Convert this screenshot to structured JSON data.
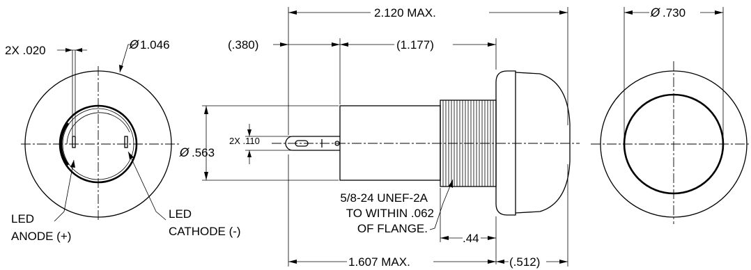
{
  "dimensions": {
    "overall_length": "2.120 MAX.",
    "pin_extension": "(.380)",
    "body_length": "(1.177)",
    "lens_diameter": ".730",
    "flange_diameter": "1.046",
    "pin_width": "2X .020",
    "pin_thickness": "2X .110",
    "body_diameter": ".563",
    "thread_spec": [
      "5/8-24 UNEF-2A",
      "TO WITHIN .062",
      "OF FLANGE."
    ],
    "thread_to_flange": ".44",
    "mounted_length": "1.607 MAX.",
    "cap_height": "(.512)"
  },
  "diameter_symbol": "Ø",
  "labels": {
    "anode": [
      "LED",
      "ANODE (+)"
    ],
    "cathode": [
      "LED",
      "CATHODE (-)"
    ]
  }
}
